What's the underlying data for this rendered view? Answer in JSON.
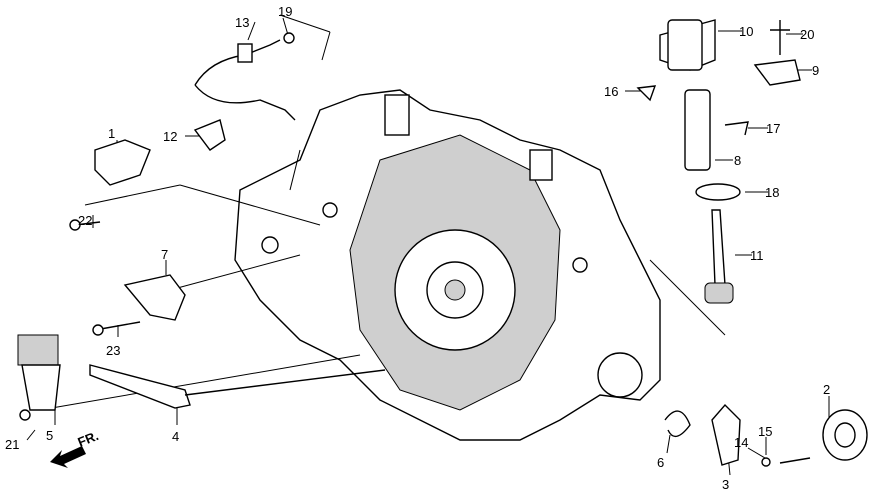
{
  "diagram": {
    "direction_label": "FR.",
    "callouts": [
      "1",
      "2",
      "3",
      "4",
      "5",
      "6",
      "7",
      "8",
      "9",
      "10",
      "11",
      "12",
      "13",
      "14",
      "15",
      "16",
      "17",
      "18",
      "19",
      "20",
      "21",
      "22",
      "23"
    ]
  }
}
